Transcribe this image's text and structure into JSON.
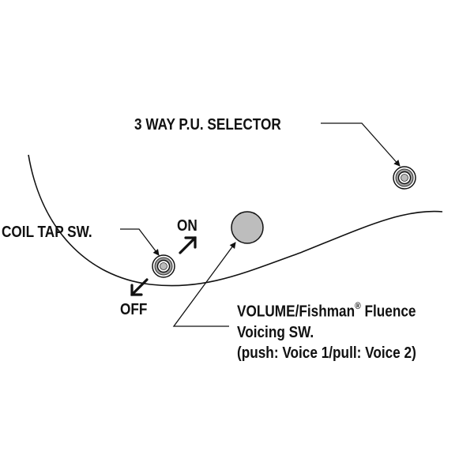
{
  "labels": {
    "selector": "3 WAY P.U. SELECTOR",
    "coil_tap": "COIL TAP SW.",
    "on": "ON",
    "off": "OFF",
    "volume_prefix": "VOLUME/Fishman",
    "registered_mark": "®",
    "volume_suffix": " Fluence",
    "voicing": "Voicing SW.",
    "push_pull": "(push: Voice 1/pull: Voice 2)"
  },
  "colors": {
    "line": "#111111",
    "knob_fill": "#bdbdbd",
    "switch_ring": "#9e9e9e"
  },
  "icons": [
    "toggle-switch-icon",
    "volume-knob-icon",
    "arrow-icon"
  ]
}
